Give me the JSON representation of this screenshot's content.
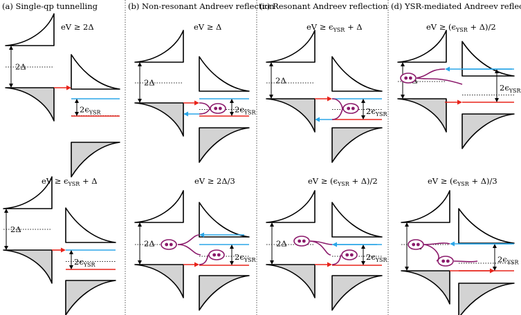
{
  "panels": [
    {
      "title": "(a) Single-qp tunnelling",
      "top": {
        "condition": "eV ≥ 2Δ",
        "gap_label": "2Δ",
        "ysr_label": "2ϵ",
        "ysr_sub": "YSR"
      },
      "bottom": {
        "condition": "eV ≥ ϵ",
        "cond_sub": "YSR",
        "cond_tail": " + Δ",
        "gap_label": "2Δ",
        "ysr_label": "2ϵ",
        "ysr_sub": "YSR"
      }
    },
    {
      "title": "(b) Non-resonant Andreev reflection",
      "top": {
        "condition": "eV ≥ Δ",
        "gap_label": "2Δ",
        "ysr_label": "2ϵ",
        "ysr_sub": "YSR"
      },
      "bottom": {
        "condition": "eV ≥ 2Δ/3",
        "gap_label": "2Δ",
        "ysr_label": "2ϵ",
        "ysr_sub": "YSR"
      }
    },
    {
      "title": "(c) Resonant Andreev reflection",
      "top": {
        "condition": "eV ≥ ϵ",
        "cond_sub": "YSR",
        "cond_tail": " + Δ",
        "gap_label": "2Δ",
        "ysr_label": "2ϵ",
        "ysr_sub": "YSR"
      },
      "bottom": {
        "condition": "eV ≥ (ϵ",
        "cond_sub": "YSR",
        "cond_tail": " + Δ)/2",
        "gap_label": "2Δ",
        "ysr_label": "2ϵ",
        "ysr_sub": "YSR"
      }
    },
    {
      "title": "(d) YSR-mediated Andreev reflection",
      "top": {
        "condition": "eV ≥ (ϵ",
        "cond_sub": "YSR",
        "cond_tail": " + Δ)/2",
        "gap_label": "2Δ",
        "ysr_label": "2ϵ",
        "ysr_sub": "YSR"
      },
      "bottom": {
        "condition": "eV ≥ (ϵ",
        "cond_sub": "YSR",
        "cond_tail": " + Δ)/3",
        "gap_label": "2Δ",
        "ysr_label": "2ϵ",
        "ysr_sub": "YSR"
      }
    }
  ],
  "colors": {
    "electron": "#e8231a",
    "hole": "#2aa6e8",
    "cooper_pair": "#8b1a6b",
    "filled_states": "#d3d3d3"
  }
}
